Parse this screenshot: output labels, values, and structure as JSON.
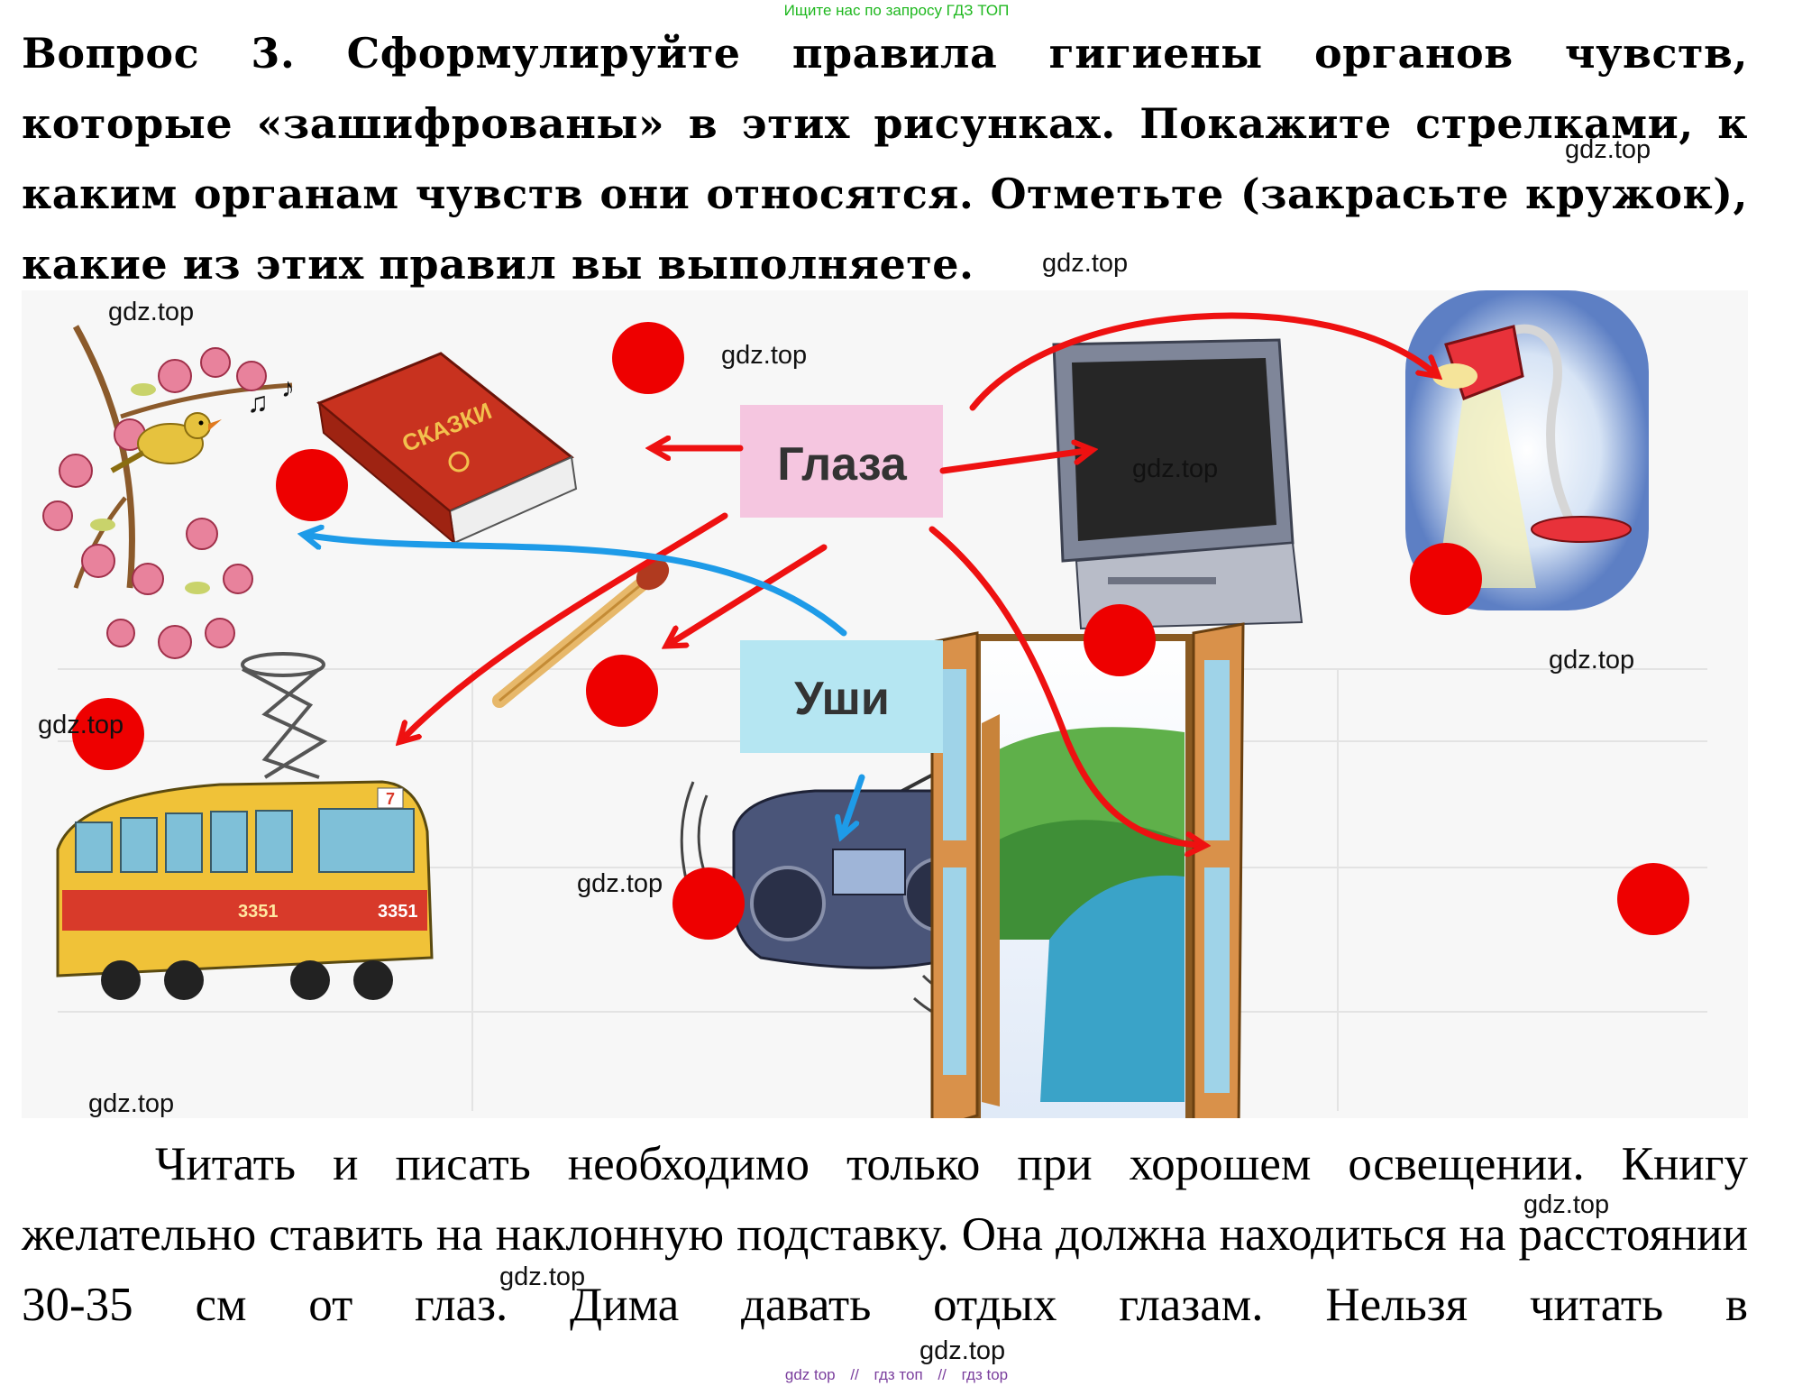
{
  "top_link": "Ищите нас по запросу ГДЗ ТОП",
  "question": "Вопрос 3. Сформулируйте правила гигиены органов чувств, которые «зашифрованы» в этих рисунках. Покажите стрелками, к каким органам чувств они относятся. Отметьте (закрасьте кружок), какие из этих правил вы выполняете.",
  "figure": {
    "eyes_label": "Глаза",
    "ears_label": "Уши",
    "book_title": "СКАЗКИ",
    "tram_number": "3351",
    "tram_route": "7",
    "colors": {
      "eyes_box": "#f5c6e0",
      "ears_box": "#b5e6f2",
      "red_arrow": "#ee1111",
      "blue_arrow": "#1e9be8",
      "dot": "#ee0000"
    }
  },
  "watermark": "gdz.top",
  "answer": "Читать и писать необходимо только при хорошем освещении. Книгу желательно ставить на наклонную подставку. Она должна находиться на расстоянии 30-35 см от глаз. Дима давать отдых глазам. Нельзя читать в",
  "footer": [
    "gdz top",
    "//",
    "гдз топ",
    "//",
    "гдз top"
  ]
}
